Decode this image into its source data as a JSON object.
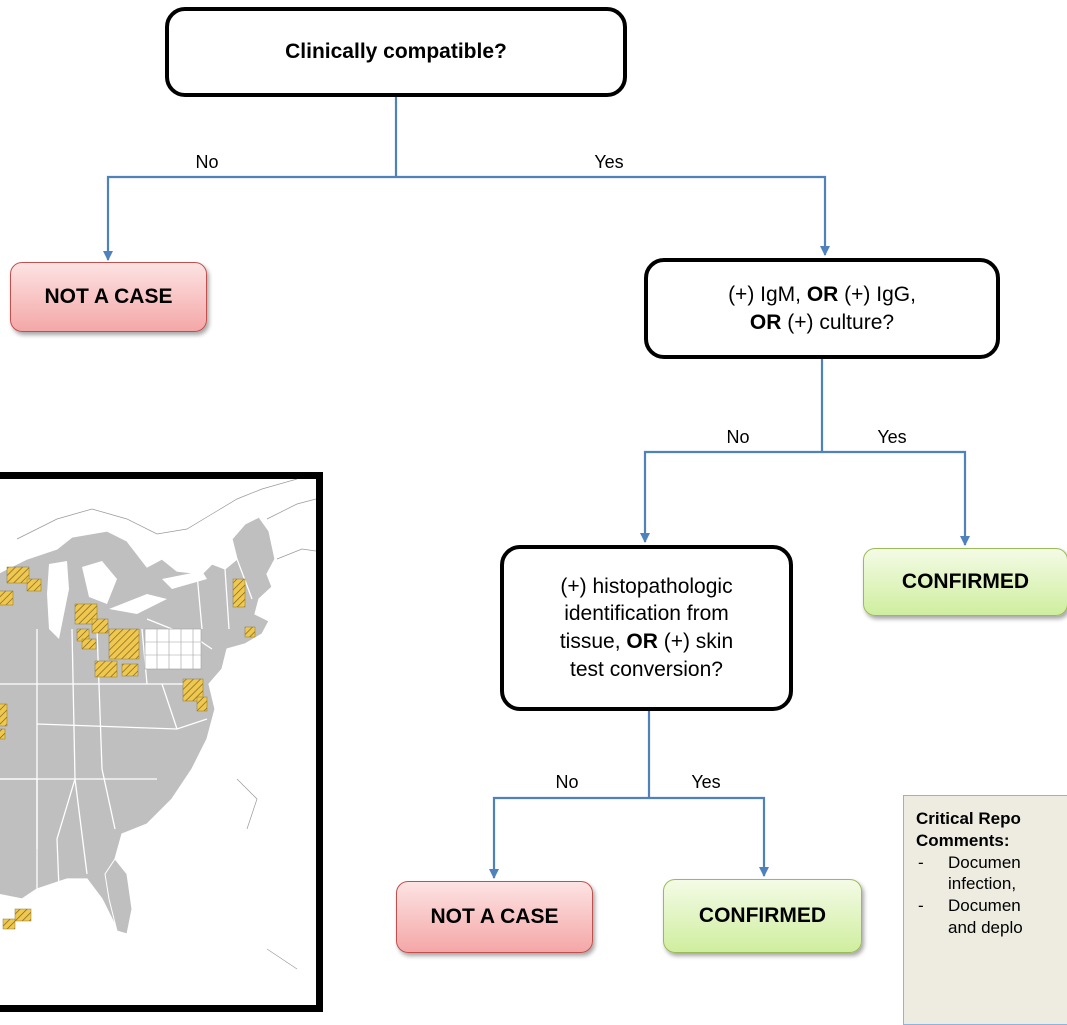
{
  "nodes": {
    "q1": "Clinically compatible?",
    "r1_no": "NOT A CASE",
    "q2": {
      "line1a": "(+) IgM, ",
      "line1or": "OR",
      "line1b": " (+) IgG,",
      "line2or": "OR",
      "line2b": " (+) culture?"
    },
    "r2_yes": "CONFIRMED",
    "q3": {
      "l1": "(+) histopathologic",
      "l2": "identification from",
      "l3a": "tissue, ",
      "l3or": "OR",
      "l3b": " (+) skin",
      "l4": "test conversion?"
    },
    "r3_no": "NOT A CASE",
    "r3_yes": "CONFIRMED"
  },
  "edges": {
    "q1_no": "No",
    "q1_yes": "Yes",
    "q2_no": "No",
    "q2_yes": "Yes",
    "q3_no": "No",
    "q3_yes": "Yes"
  },
  "notes": {
    "title_l1": "Critical Repo",
    "title_l2": "Comments:",
    "items": [
      {
        "dash": "-",
        "l1": "Documen",
        "l2": "infection,"
      },
      {
        "dash": "-",
        "l1": "Documen",
        "l2": "and deplo"
      }
    ]
  },
  "colors": {
    "connector": "#4f81bd",
    "not_case_fill": "#f4a7a7",
    "confirmed_fill": "#cfee9f",
    "map_state_fill": "#bfbfbf",
    "map_highlight": "#f0c850",
    "notes_fill": "#eeece1"
  },
  "icons": {
    "map": "us-eastern-states-county-map"
  }
}
